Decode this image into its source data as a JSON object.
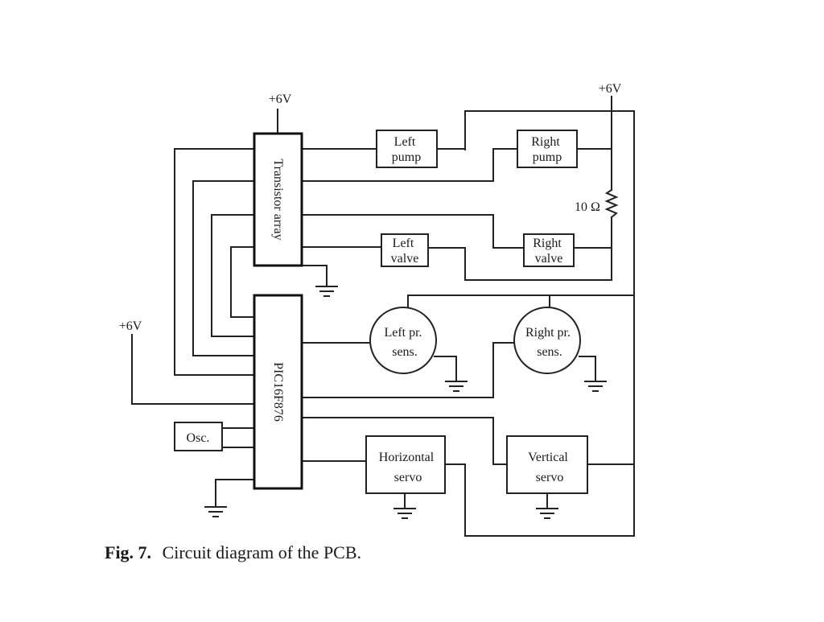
{
  "supply_label": "+6V",
  "components": {
    "transistor_array": "Transistor array",
    "microcontroller": "PIC16F876",
    "left_pump": [
      "Left",
      "pump"
    ],
    "right_pump": [
      "Right",
      "pump"
    ],
    "left_valve": [
      "Left",
      "valve"
    ],
    "right_valve": [
      "Right",
      "valve"
    ],
    "left_pressure_sensor": [
      "Left pr.",
      "sens."
    ],
    "right_pressure_sensor": [
      "Right pr.",
      "sens."
    ],
    "horizontal_servo": [
      "Horizontal",
      "servo"
    ],
    "vertical_servo": [
      "Vertical",
      "servo"
    ],
    "oscillator": "Osc.",
    "resistor": "10 Ω"
  },
  "caption": {
    "number": "Fig. 7.",
    "text": "Circuit diagram of the PCB."
  }
}
